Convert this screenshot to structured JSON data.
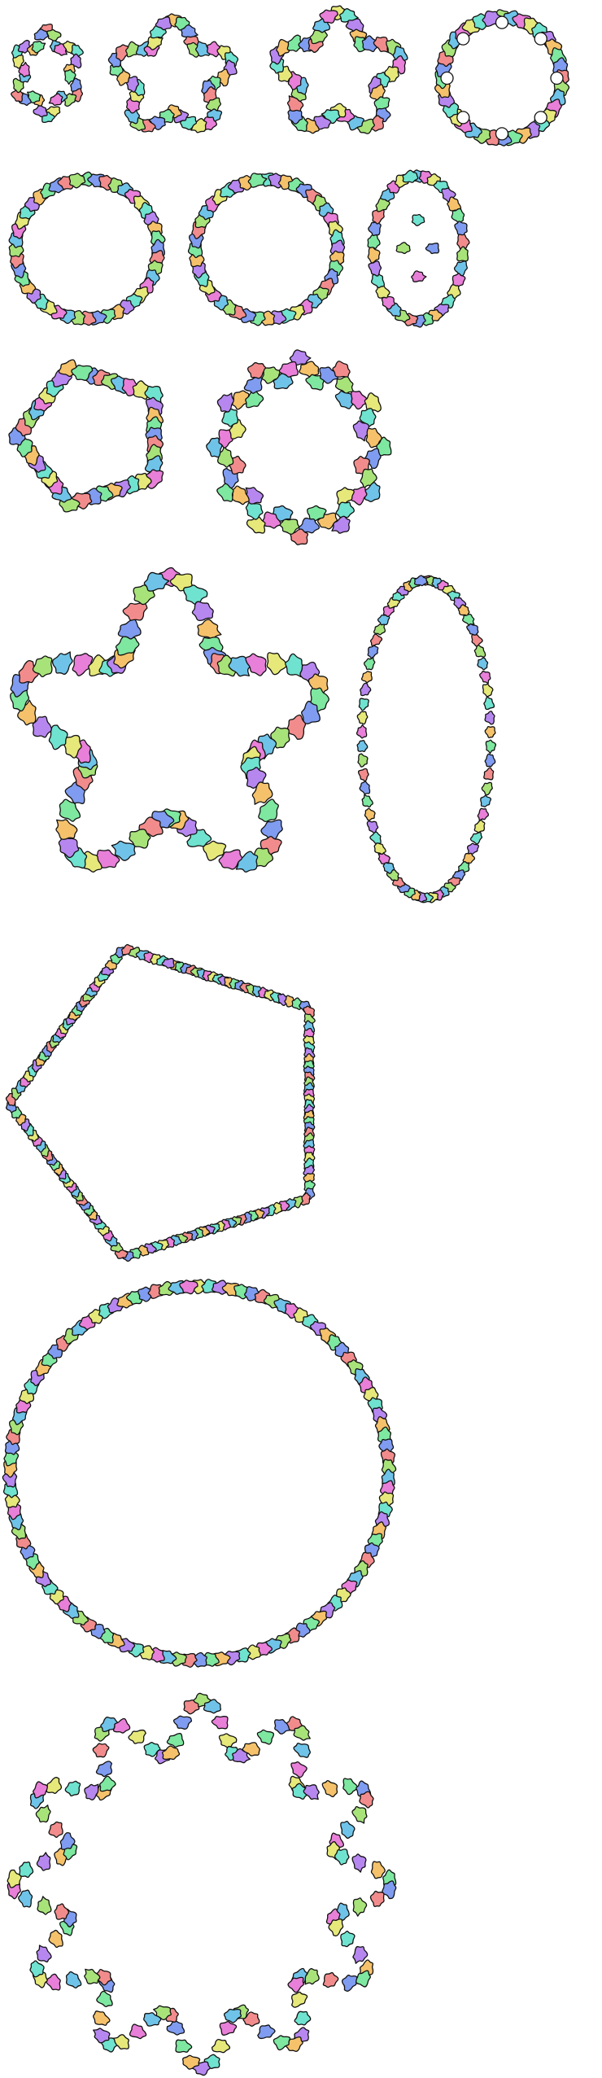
{
  "palette": [
    "#f28c8c",
    "#f5c26b",
    "#e6e87a",
    "#a8e37a",
    "#7ee8a0",
    "#6fe3cf",
    "#6fc3e8",
    "#7f9cf0",
    "#b787f0",
    "#e87fd8"
  ],
  "outline_color": "#111111",
  "background": "#ffffff",
  "figures": [
    {
      "name": "figure-1",
      "shape": "hexagram",
      "points": 6,
      "tiles": 30
    },
    {
      "name": "figure-2",
      "shape": "star",
      "points": 5,
      "tiles": 40
    },
    {
      "name": "figure-3",
      "shape": "star",
      "points": 5,
      "tiles": 40
    },
    {
      "name": "figure-4",
      "shape": "ring-with-holes",
      "holes": 8,
      "tiles": 36
    },
    {
      "name": "figure-5",
      "shape": "ring",
      "tiles": 44
    },
    {
      "name": "figure-6",
      "shape": "ring",
      "tiles": 44
    },
    {
      "name": "figure-7",
      "shape": "oval-with-cells",
      "tiles": 34
    },
    {
      "name": "figure-8",
      "shape": "pentagon-ring",
      "sides": 5,
      "tiles": 40
    },
    {
      "name": "figure-9",
      "shape": "ring-with-spikes",
      "tiles": 48
    },
    {
      "name": "figure-10",
      "shape": "star-outline",
      "points": 5,
      "tiles": 70
    },
    {
      "name": "figure-11",
      "shape": "tall-oval",
      "tiles": 70
    },
    {
      "name": "figure-12",
      "shape": "pentagon-ring",
      "sides": 5,
      "tiles": 150
    },
    {
      "name": "figure-13",
      "shape": "ring",
      "tiles": 110
    },
    {
      "name": "figure-14",
      "shape": "scalloped-ring",
      "lobes": 12,
      "tiles": 110
    }
  ]
}
